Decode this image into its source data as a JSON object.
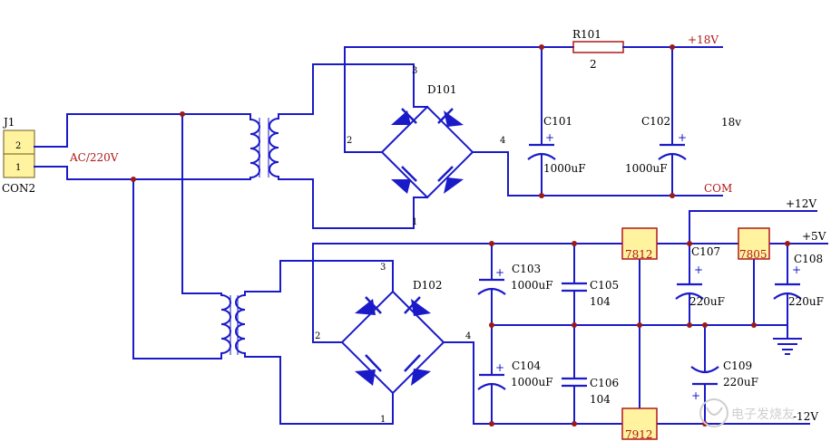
{
  "connector": {
    "ref": "J1",
    "name": "CON2",
    "pin2": "2",
    "pin1": "1",
    "input": "AC/220V"
  },
  "bridge1": {
    "ref": "D101",
    "pin1": "1",
    "pin2": "2",
    "pin3": "3",
    "pin4": "4"
  },
  "bridge2": {
    "ref": "D102",
    "pin1": "1",
    "pin2": "2",
    "pin3": "3",
    "pin4": "4"
  },
  "r101": {
    "ref": "R101",
    "value": "2"
  },
  "c101": {
    "ref": "C101",
    "value": "1000uF",
    "pol": "+"
  },
  "c102": {
    "ref": "C102",
    "value": "1000uF",
    "pol": "+"
  },
  "c103": {
    "ref": "C103",
    "value": "1000uF",
    "pol": "+"
  },
  "c104": {
    "ref": "C104",
    "value": "1000uF",
    "pol": "+"
  },
  "c105": {
    "ref": "C105",
    "value": "104"
  },
  "c106": {
    "ref": "C106",
    "value": "104"
  },
  "c107": {
    "ref": "C107",
    "value": "220uF",
    "pol": "+"
  },
  "c108": {
    "ref": "C108",
    "value": "220uF",
    "pol": "+"
  },
  "c109": {
    "ref": "C109",
    "value": "220uF",
    "pol": "+"
  },
  "reg7812": {
    "label": "7812"
  },
  "reg7805": {
    "label": "7805"
  },
  "reg7912": {
    "label": "7912"
  },
  "nets": {
    "p18": "+18V",
    "com": "COM",
    "note18": "18v",
    "p12": "+12V",
    "p5": "+5V",
    "m12": "-12V"
  },
  "watermark": "电子发烧友",
  "colors": {
    "wire": "#1a1ac8",
    "junction": "#9b1a1a",
    "net_label": "#b01818",
    "regulator_fill": "#fff3a0"
  }
}
